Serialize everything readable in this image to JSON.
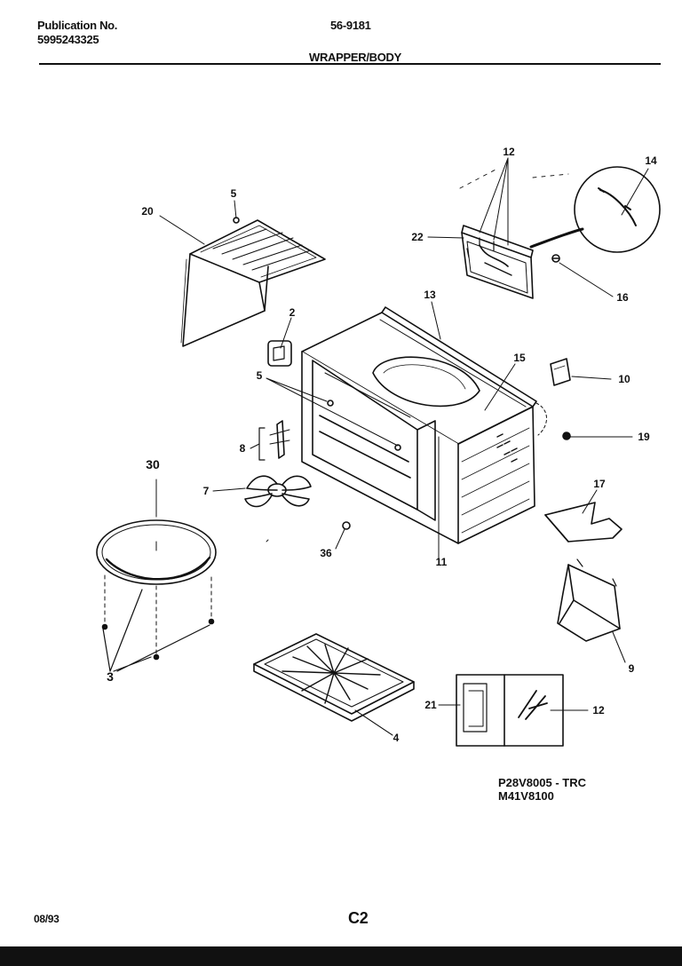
{
  "header": {
    "publication_label": "Publication No.",
    "publication_number": "5995243325",
    "model_code": "56-9181",
    "section_title": "WRAPPER/BODY"
  },
  "models": [
    "P28V8005 - TRC",
    "M41V8100"
  ],
  "footer": {
    "date": "08/93",
    "page": "C2"
  },
  "part_labels": [
    "20",
    "5",
    "2",
    "5",
    "8",
    "7",
    "30",
    "3",
    "12",
    "14",
    "22",
    "16",
    "13",
    "15",
    "10",
    "19",
    "17",
    "36",
    "11",
    "9",
    "4",
    "21",
    "12"
  ]
}
